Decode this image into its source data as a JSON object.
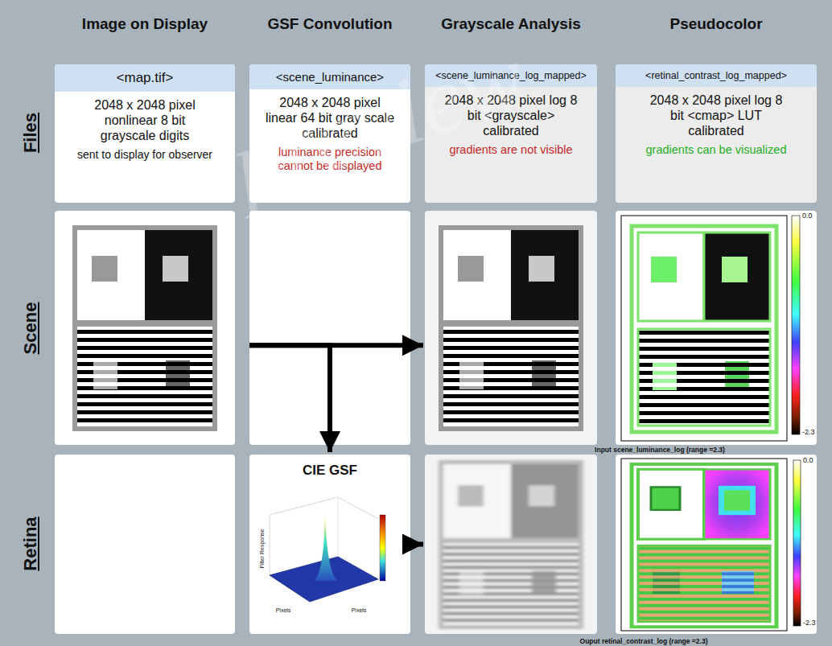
{
  "diagram": {
    "nodes": [
      {
        "text": [
          "<map.tif>",
          "2048 x 2048 pixel nonlinear 8 bit grayscale digits",
          "sent to display for observer"
        ]
      },
      {
        "text": [
          "<scene_luminance>",
          "2048 x 2048 pixel linear 64 bit gray scale calibrated",
          "luminance precision cannot be displayed"
        ]
      },
      {
        "text": [
          "<scene_luminance_log_mapped>",
          "2048 x 2048 pixel log 8 bit <grayscale> calibrated",
          "gradients are not visible"
        ]
      },
      {
        "text": [
          "<retinal_contrast_log_mapped>",
          "2048 x 2048 pixel log 8 bit <cmap> LUT calibrated",
          "gradients can be visualized"
        ]
      },
      {
        "text": []
      },
      {
        "text": []
      },
      {
        "text": [
          "0.0",
          "-2.3"
        ]
      },
      {
        "text": [
          "CIE GSF"
        ]
      },
      {
        "text": []
      },
      {
        "text": [
          "0.0",
          "-2.3"
        ]
      }
    ],
    "edges": [
      {
        "from": 4,
        "to": 5,
        "arrow": "to"
      },
      {
        "from": 4,
        "to": 7,
        "arrow": "to"
      },
      {
        "from": 7,
        "to": 8,
        "arrow": "to"
      }
    ],
    "labels": [
      "Image on Display",
      "GSF Convolution",
      "Grayscale Analysis",
      "Pseudocolor",
      "Files",
      "Scene",
      "Retina",
      "Filter Response",
      "Pixels",
      "Pixels",
      "Input scene_luminance_log (range =2.3)",
      "Ouput retinal_contrast_log (range =2.3)",
      "preview"
    ]
  }
}
